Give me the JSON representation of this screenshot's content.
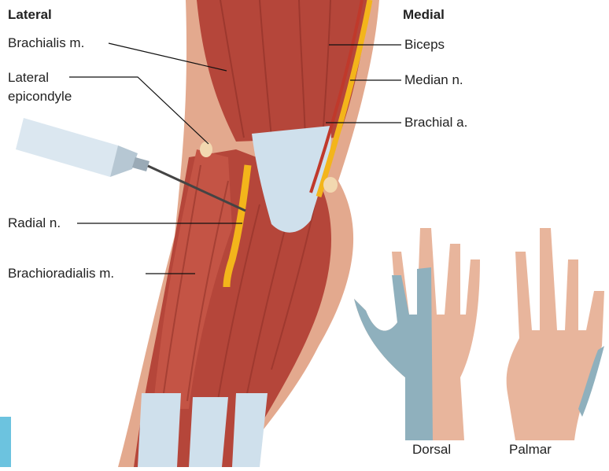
{
  "headings": {
    "lateral": "Lateral",
    "medial": "Medial"
  },
  "labels": {
    "brachialis": "Brachialis m.",
    "lateral_epicondyle_line1": "Lateral",
    "lateral_epicondyle_line2": "epicondyle",
    "radial_nerve": "Radial n.",
    "brachioradialis": "Brachioradialis m.",
    "biceps": "Biceps",
    "median_nerve": "Median n.",
    "brachial_artery": "Brachial a."
  },
  "hands": {
    "dorsal": "Dorsal",
    "palmar": "Palmar"
  },
  "colors": {
    "muscle": "#b5463a",
    "muscle_dark": "#8e3027",
    "skin": "#e3a98e",
    "tendon": "#cfe0ec",
    "nerve": "#f3b51b",
    "artery": "#c0392b",
    "sensory_area": "#8fb0bd",
    "accent": "#6cc3df"
  }
}
